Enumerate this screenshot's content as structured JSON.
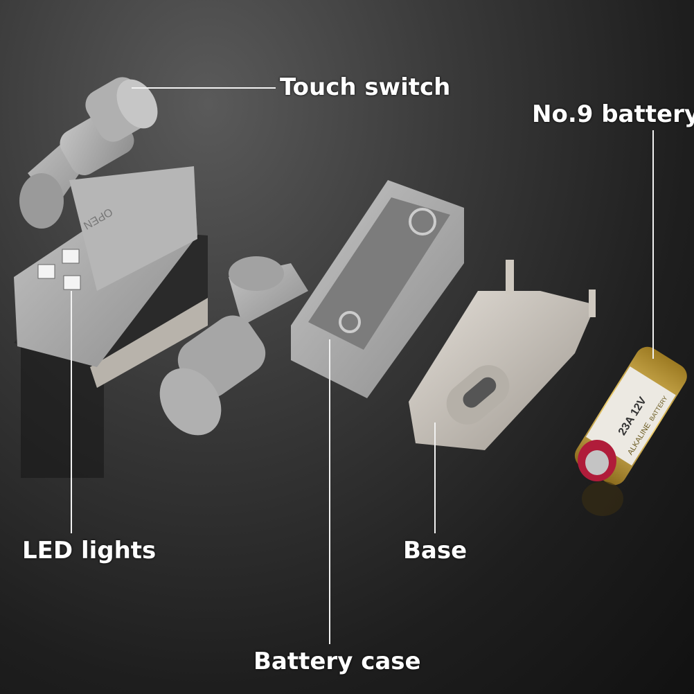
{
  "labels": {
    "touch_switch": "Touch switch",
    "battery": "No.9 battery",
    "led_lights": "LED lights",
    "base": "Base",
    "battery_case": "Battery case"
  },
  "product_markings": {
    "housing": "OPEN",
    "battery_model": "23A 12V",
    "battery_type": "ALKALINE",
    "battery_word": "BATTERY"
  },
  "colors": {
    "housing": "#a8a8a8",
    "metal": "#c9c4bd",
    "battery_gold": "#c9a23a",
    "label_text": "#ffffff"
  }
}
